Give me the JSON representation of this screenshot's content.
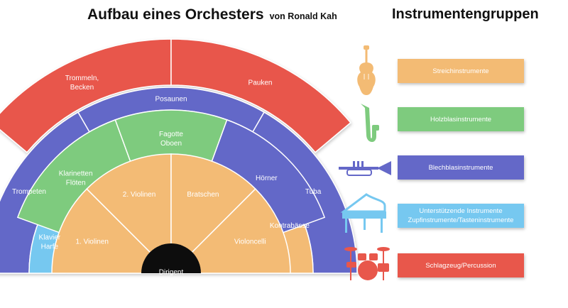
{
  "header": {
    "title": "Aufbau eines Orchesters",
    "author": "von Ronald Kah",
    "groups_title": "Instrumentengruppen"
  },
  "colors": {
    "strings": "#f3bb74",
    "woodwinds": "#7ecb7e",
    "brass": "#6468c8",
    "support": "#76c8f0",
    "percussion": "#e8574b",
    "conductor": "#111111"
  },
  "sections": {
    "erste_violinen": "1. Violinen",
    "zweite_violinen": "2. Violinen",
    "bratschen": "Bratschen",
    "violoncelli": "Violoncelli",
    "kontrabaesse": "Kontrabässe",
    "klavier": [
      "Klavier",
      "Harfe"
    ],
    "klarinetten": [
      "Klarinetten",
      "Flöten"
    ],
    "fagotte": [
      "Fagotte",
      "Oboen"
    ],
    "hoerner": "Hörner",
    "trompeten": "Trompeten",
    "posaunen": "Posaunen",
    "tuba": "Tuba",
    "trommeln": [
      "Trommeln,",
      "Becken"
    ],
    "pauken": "Pauken",
    "dirigent": "Dirigent"
  },
  "legend": [
    {
      "icon": "violin-icon",
      "lines": [
        "Streichinstrumente"
      ],
      "color": "#f3bb74"
    },
    {
      "icon": "saxophone-icon",
      "lines": [
        "Holzblasinstrumente"
      ],
      "color": "#7ecb7e"
    },
    {
      "icon": "trumpet-icon",
      "lines": [
        "Blechblasinstrumente"
      ],
      "color": "#6468c8"
    },
    {
      "icon": "grand-piano-icon",
      "lines": [
        "Unterstützende Instrumente",
        "Zupfinstrumente/Tasteninstrumente"
      ],
      "color": "#76c8f0"
    },
    {
      "icon": "drum-kit-icon",
      "lines": [
        "Schlagzeug/Percussion"
      ],
      "color": "#e8574b"
    }
  ]
}
